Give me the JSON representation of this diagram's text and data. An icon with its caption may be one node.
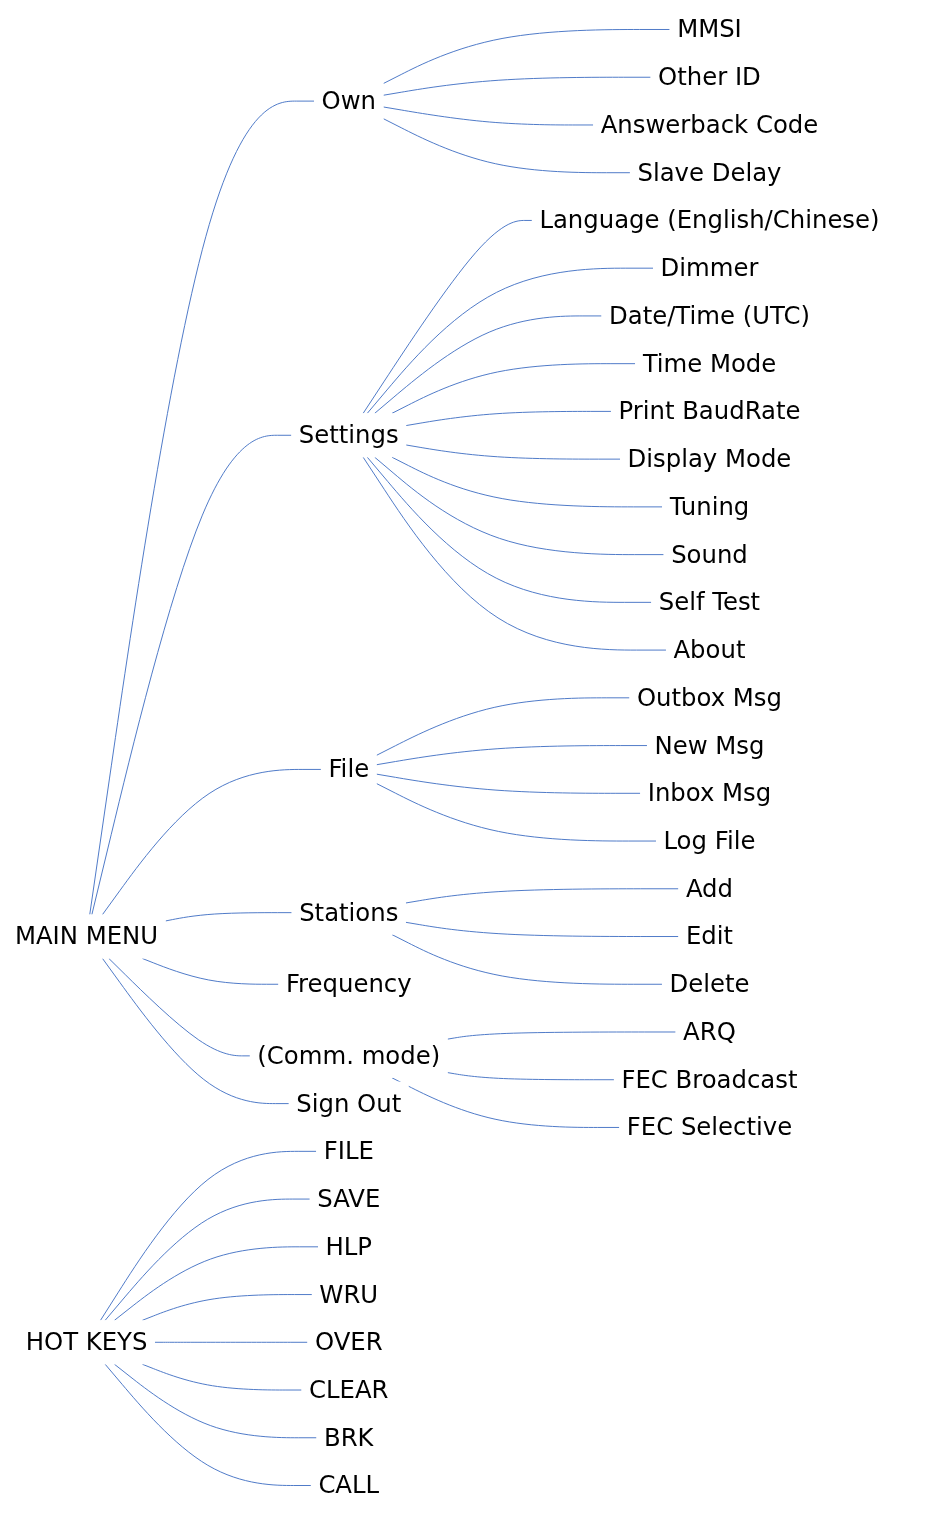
{
  "diagram": {
    "nodes": [
      {
        "text": [
          "MAIN MENU"
        ]
      },
      {
        "text": [
          "Own"
        ]
      },
      {
        "text": [
          "MMSI"
        ]
      },
      {
        "text": [
          "Other ID"
        ]
      },
      {
        "text": [
          "Answerback Code"
        ]
      },
      {
        "text": [
          "Slave Delay"
        ]
      },
      {
        "text": [
          "Settings"
        ]
      },
      {
        "text": [
          "Language (English/Chinese)"
        ]
      },
      {
        "text": [
          "Dimmer"
        ]
      },
      {
        "text": [
          "Date/Time (UTC)"
        ]
      },
      {
        "text": [
          "Time Mode"
        ]
      },
      {
        "text": [
          "Print BaudRate"
        ]
      },
      {
        "text": [
          "Display Mode"
        ]
      },
      {
        "text": [
          "Tuning"
        ]
      },
      {
        "text": [
          "Sound"
        ]
      },
      {
        "text": [
          "Self Test"
        ]
      },
      {
        "text": [
          "About"
        ]
      },
      {
        "text": [
          "File"
        ]
      },
      {
        "text": [
          "Outbox Msg"
        ]
      },
      {
        "text": [
          "New Msg"
        ]
      },
      {
        "text": [
          "Inbox Msg"
        ]
      },
      {
        "text": [
          "Log File"
        ]
      },
      {
        "text": [
          "Stations"
        ]
      },
      {
        "text": [
          "Add"
        ]
      },
      {
        "text": [
          "Edit"
        ]
      },
      {
        "text": [
          "Delete"
        ]
      },
      {
        "text": [
          "Frequency"
        ]
      },
      {
        "text": [
          "(Comm. mode)"
        ]
      },
      {
        "text": [
          "ARQ"
        ]
      },
      {
        "text": [
          "FEC Broadcast"
        ]
      },
      {
        "text": [
          "FEC Selective"
        ]
      },
      {
        "text": [
          "Sign Out"
        ]
      },
      {
        "text": [
          "HOT KEYS"
        ]
      },
      {
        "text": [
          "FILE"
        ]
      },
      {
        "text": [
          "SAVE"
        ]
      },
      {
        "text": [
          "HLP"
        ]
      },
      {
        "text": [
          "WRU"
        ]
      },
      {
        "text": [
          "OVER"
        ]
      },
      {
        "text": [
          "CLEAR"
        ]
      },
      {
        "text": [
          "BRK"
        ]
      },
      {
        "text": [
          "CALL"
        ]
      }
    ],
    "edges": [
      {
        "from": 0,
        "to": 1,
        "arrow": "none"
      },
      {
        "from": 1,
        "to": 2,
        "arrow": "none"
      },
      {
        "from": 1,
        "to": 3,
        "arrow": "none"
      },
      {
        "from": 1,
        "to": 4,
        "arrow": "none"
      },
      {
        "from": 1,
        "to": 5,
        "arrow": "none"
      },
      {
        "from": 0,
        "to": 6,
        "arrow": "none"
      },
      {
        "from": 6,
        "to": 7,
        "arrow": "none"
      },
      {
        "from": 6,
        "to": 8,
        "arrow": "none"
      },
      {
        "from": 6,
        "to": 9,
        "arrow": "none"
      },
      {
        "from": 6,
        "to": 10,
        "arrow": "none"
      },
      {
        "from": 6,
        "to": 11,
        "arrow": "none"
      },
      {
        "from": 6,
        "to": 12,
        "arrow": "none"
      },
      {
        "from": 6,
        "to": 13,
        "arrow": "none"
      },
      {
        "from": 6,
        "to": 14,
        "arrow": "none"
      },
      {
        "from": 6,
        "to": 15,
        "arrow": "none"
      },
      {
        "from": 6,
        "to": 16,
        "arrow": "none"
      },
      {
        "from": 0,
        "to": 17,
        "arrow": "none"
      },
      {
        "from": 17,
        "to": 18,
        "arrow": "none"
      },
      {
        "from": 17,
        "to": 19,
        "arrow": "none"
      },
      {
        "from": 17,
        "to": 20,
        "arrow": "none"
      },
      {
        "from": 17,
        "to": 21,
        "arrow": "none"
      },
      {
        "from": 0,
        "to": 22,
        "arrow": "none"
      },
      {
        "from": 22,
        "to": 23,
        "arrow": "none"
      },
      {
        "from": 22,
        "to": 24,
        "arrow": "none"
      },
      {
        "from": 22,
        "to": 25,
        "arrow": "none"
      },
      {
        "from": 0,
        "to": 26,
        "arrow": "none"
      },
      {
        "from": 0,
        "to": 27,
        "arrow": "none"
      },
      {
        "from": 27,
        "to": 28,
        "arrow": "none"
      },
      {
        "from": 27,
        "to": 29,
        "arrow": "none"
      },
      {
        "from": 27,
        "to": 30,
        "arrow": "none"
      },
      {
        "from": 0,
        "to": 31,
        "arrow": "none"
      },
      {
        "from": 32,
        "to": 33,
        "arrow": "none"
      },
      {
        "from": 32,
        "to": 34,
        "arrow": "none"
      },
      {
        "from": 32,
        "to": 35,
        "arrow": "none"
      },
      {
        "from": 32,
        "to": 36,
        "arrow": "none"
      },
      {
        "from": 32,
        "to": 37,
        "arrow": "none"
      },
      {
        "from": 32,
        "to": 38,
        "arrow": "none"
      },
      {
        "from": 32,
        "to": 39,
        "arrow": "none"
      },
      {
        "from": 32,
        "to": 40,
        "arrow": "none"
      }
    ]
  }
}
